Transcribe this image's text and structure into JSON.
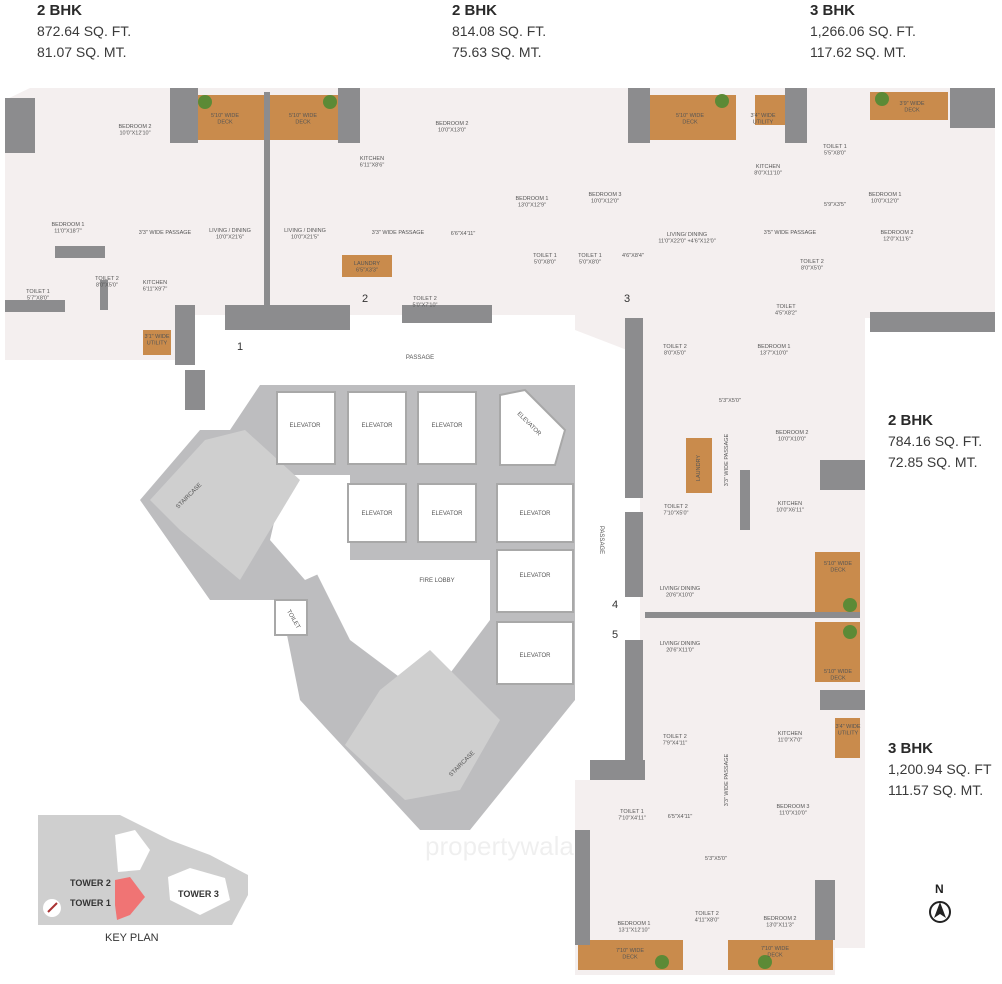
{
  "units": [
    {
      "type": "2 BHK",
      "sqft": "872.64 SQ. FT.",
      "sqmt": "81.07 SQ. MT."
    },
    {
      "type": "2 BHK",
      "sqft": "814.08 SQ. FT.",
      "sqmt": "75.63 SQ. MT."
    },
    {
      "type": "3 BHK",
      "sqft": "1,266.06 SQ. FT.",
      "sqmt": "117.62 SQ. MT."
    },
    {
      "type": "2 BHK",
      "sqft": "784.16 SQ. FT.",
      "sqmt": "72.85 SQ. MT."
    },
    {
      "type": "3 BHK",
      "sqft": "1,200.94 SQ. FT",
      "sqmt": "111.57 SQ. MT."
    }
  ],
  "rooms": [
    {
      "name": "BEDROOM 2",
      "dim": "10'0\"X12'10\""
    },
    {
      "name": "BEDROOM 1",
      "dim": "11'0\"X18'7\""
    },
    {
      "name": "3'3\" WIDE PASSAGE",
      "dim": ""
    },
    {
      "name": "LIVING / DINING",
      "dim": "10'0\"X21'6\""
    },
    {
      "name": "TOILET 2",
      "dim": "8'0\"X5'0\""
    },
    {
      "name": "KITCHEN",
      "dim": "6'11\"X9'7\""
    },
    {
      "name": "TOILET 1",
      "dim": "5'7\"X8'0\""
    },
    {
      "name": "5'10\" WIDE",
      "dim": "DECK"
    },
    {
      "name": "5'10\" WIDE",
      "dim": "DECK"
    },
    {
      "name": "3'1\" WIDE",
      "dim": "UTILITY"
    },
    {
      "name": "LIVING / DINING",
      "dim": "10'0\"X21'5\""
    },
    {
      "name": "KITCHEN",
      "dim": "6'11\"X8'6\""
    },
    {
      "name": "3'3\" WIDE PASSAGE",
      "dim": ""
    },
    {
      "name": "LAUNDRY",
      "dim": "6'5\"X3'3\""
    },
    {
      "name": "TOILET 2",
      "dim": "5'0\"X7'10\""
    },
    {
      "name": "BEDROOM 2",
      "dim": "10'0\"X13'0\""
    },
    {
      "name": "BEDROOM 1",
      "dim": "13'0\"X12'9\""
    },
    {
      "name": "6'6\"X4'11\"",
      "dim": ""
    },
    {
      "name": "TOILET 1",
      "dim": "5'0\"X8'0\""
    },
    {
      "name": "TOILET 1",
      "dim": "5'0\"X8'0\""
    },
    {
      "name": "BEDROOM 3",
      "dim": "10'0\"X12'0\""
    },
    {
      "name": "4'6\"X8'4\"",
      "dim": ""
    },
    {
      "name": "LIVING/ DINING",
      "dim": "11'0\"X22'0\" +4'6\"X12'0\""
    },
    {
      "name": "5'10\" WIDE",
      "dim": "DECK"
    },
    {
      "name": "3'4\" WIDE",
      "dim": "UTILITY"
    },
    {
      "name": "KITCHEN",
      "dim": "8'0\"X11'10\""
    },
    {
      "name": "3'5\" WIDE PASSAGE",
      "dim": ""
    },
    {
      "name": "TOILET 1",
      "dim": "5'5\"X8'0\""
    },
    {
      "name": "5'9\"X3'5\"",
      "dim": ""
    },
    {
      "name": "BEDROOM 1",
      "dim": "10'0\"X12'0\""
    },
    {
      "name": "3'9\" WIDE",
      "dim": "DECK"
    },
    {
      "name": "BEDROOM 2",
      "dim": "12'0\"X11'6\""
    },
    {
      "name": "TOILET 2",
      "dim": "8'0\"X5'0\""
    },
    {
      "name": "TOILET",
      "dim": "4'5\"X8'2\""
    },
    {
      "name": "TOILET 2",
      "dim": "8'0\"X5'0\""
    },
    {
      "name": "BEDROOM 1",
      "dim": "13'7\"X10'0\""
    },
    {
      "name": "5'3\"X5'0\"",
      "dim": ""
    },
    {
      "name": "BEDROOM 2",
      "dim": "10'0\"X10'0\""
    },
    {
      "name": "TOILET 2",
      "dim": "7'10\"X5'0\""
    },
    {
      "name": "KITCHEN",
      "dim": "10'0\"X6'11\""
    },
    {
      "name": "LIVING/ DINING",
      "dim": "20'6\"X10'0\""
    },
    {
      "name": "5'10\" WIDE",
      "dim": "DECK"
    },
    {
      "name": "LIVING/ DINING",
      "dim": "20'6\"X11'0\""
    },
    {
      "name": "5'10\" WIDE",
      "dim": "DECK"
    },
    {
      "name": "TOILET 2",
      "dim": "7'9\"X4'11\""
    },
    {
      "name": "KITCHEN",
      "dim": "11'0\"X7'0\""
    },
    {
      "name": "3'4\" WIDE",
      "dim": "UTILITY"
    },
    {
      "name": "BEDROOM 3",
      "dim": "11'0\"X10'0\""
    },
    {
      "name": "TOILET 1",
      "dim": "7'10\"X4'11\""
    },
    {
      "name": "6'5\"X4'11\"",
      "dim": ""
    },
    {
      "name": "5'3\"X5'0\"",
      "dim": ""
    },
    {
      "name": "BEDROOM 1",
      "dim": "13'1\"X12'10\""
    },
    {
      "name": "TOILET 2",
      "dim": "4'11\"X8'0\""
    },
    {
      "name": "BEDROOM 2",
      "dim": "13'0\"X11'3\""
    },
    {
      "name": "7'10\" WIDE",
      "dim": "DECK"
    },
    {
      "name": "7'10\" WIDE",
      "dim": "DECK"
    }
  ],
  "vertical_labels": [
    "3'3\" WIDE PASSAGE",
    "3'3\" WIDE PASSAGE",
    "LAUNDRY"
  ],
  "core": {
    "elevator": "ELEVATOR",
    "staircase": "STAIRCASE",
    "fire_lobby": "FIRE LOBBY",
    "toilet": "TOILET",
    "passage": "PASSAGE"
  },
  "entries": [
    "1",
    "2",
    "3",
    "4",
    "5"
  ],
  "key_plan": {
    "title": "KEY PLAN",
    "towers": [
      "TOWER 1",
      "TOWER 2",
      "TOWER 3"
    ],
    "highlight_color": "#f07474"
  },
  "compass": "N",
  "watermark": "propertywala",
  "colors": {
    "wall": "#8c8c8e",
    "floor": "#f4efef",
    "deck": "#c98b4c",
    "stair": "#cfcfcf"
  }
}
